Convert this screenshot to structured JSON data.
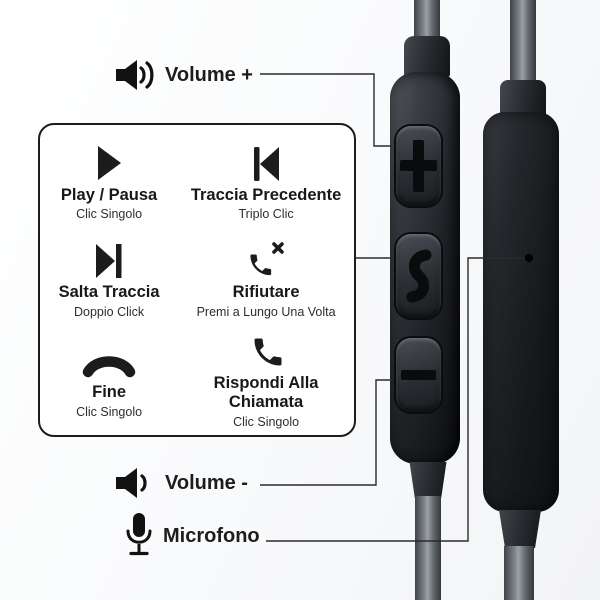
{
  "side_labels": {
    "volume_up": "Volume +",
    "volume_down": "Volume -",
    "microphone": "Microfono"
  },
  "features": [
    {
      "title": "Play / Pausa",
      "subtitle": "Clic Singolo",
      "icon": "play-icon"
    },
    {
      "title": "Traccia Precedente",
      "subtitle": "Triplo Clic",
      "icon": "previous-track-icon"
    },
    {
      "title": "Salta Traccia",
      "subtitle": "Doppio Click",
      "icon": "next-track-icon"
    },
    {
      "title": "Rifiutare",
      "subtitle": "Premi a Lungo Una Volta",
      "icon": "reject-call-icon"
    },
    {
      "title": "Fine",
      "subtitle": "Clic Singolo",
      "icon": "end-call-icon"
    },
    {
      "title": "Rispondi Alla Chiamata",
      "subtitle": "Clic Singolo",
      "icon": "answer-call-icon"
    }
  ],
  "remote": {
    "buttons": [
      {
        "name": "volume-up",
        "glyph": "+"
      },
      {
        "name": "call",
        "glyph": "phone-handset"
      },
      {
        "name": "volume-down",
        "glyph": "-"
      }
    ],
    "microphone_hole": true
  },
  "colors": {
    "ink": "#1c1c1c",
    "device_dark": "#111315",
    "device_light": "#5a5f66",
    "cable_gray": "#9aa0a5",
    "panel_bg": "#ffffff"
  }
}
